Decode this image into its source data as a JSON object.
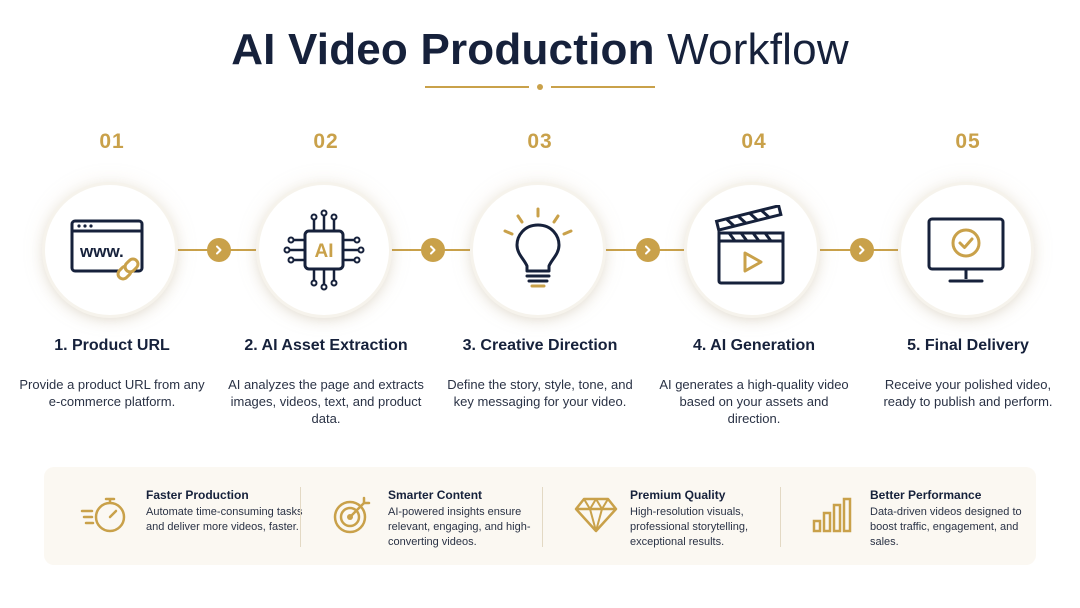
{
  "title": {
    "bold": "AI Video Production",
    "light": "Workflow"
  },
  "steps": [
    {
      "num": "01",
      "name": "1. Product URL",
      "desc": "Provide a product URL from any e-commerce platform.",
      "icon": "browser-link-icon"
    },
    {
      "num": "02",
      "name": "2. AI Asset Extraction",
      "desc": "AI analyzes the page and extracts images, videos, text, and product data.",
      "icon": "ai-chip-icon",
      "icon_text": "AI"
    },
    {
      "num": "03",
      "name": "3. Creative Direction",
      "desc": "Define the story, style, tone, and key messaging for your video.",
      "icon": "lightbulb-icon"
    },
    {
      "num": "04",
      "name": "4. AI Generation",
      "desc": "AI generates a high-quality video based on your assets and direction.",
      "icon": "clapperboard-icon"
    },
    {
      "num": "05",
      "name": "5. Final Delivery",
      "desc": "Receive your polished video, ready to publish and perform.",
      "icon": "monitor-check-icon"
    }
  ],
  "step1_icon_text": "www.",
  "benefits": [
    {
      "title": "Faster Production",
      "desc": "Automate time-consuming tasks and deliver more videos, faster.",
      "icon": "stopwatch-speed-icon"
    },
    {
      "title": "Smarter Content",
      "desc": "AI-powered insights ensure relevant, engaging, and high-converting videos.",
      "icon": "target-icon"
    },
    {
      "title": "Premium Quality",
      "desc": "High-resolution visuals, professional storytelling, exceptional results.",
      "icon": "diamond-icon"
    },
    {
      "title": "Better Performance",
      "desc": "Data-driven videos designed to boost traffic, engagement, and sales.",
      "icon": "bar-chart-icon"
    }
  ],
  "colors": {
    "accent": "#c9a14a",
    "navy": "#16213b",
    "panel": "#fbf8f2"
  }
}
